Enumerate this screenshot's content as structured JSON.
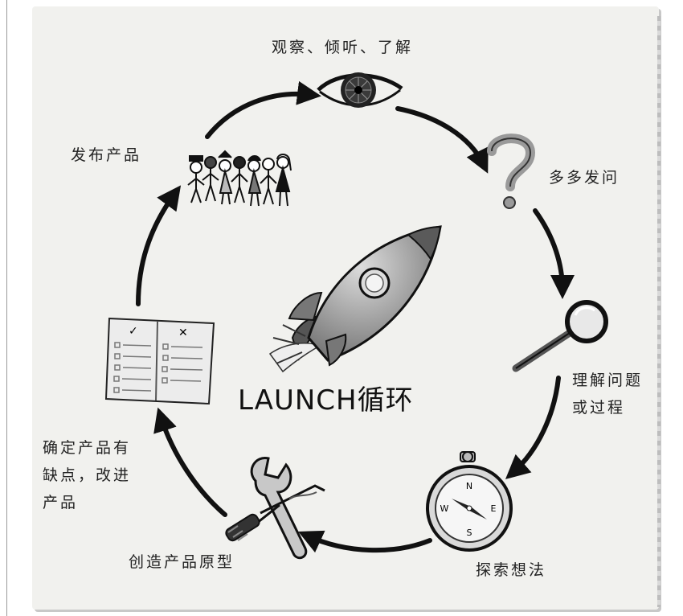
{
  "diagram": {
    "title": "LAUNCH循环",
    "stages": [
      {
        "label": "观察、倾听、了解",
        "icon": "eye-icon"
      },
      {
        "label": "多多发问",
        "icon": "question-mark-icon"
      },
      {
        "label": "理解问题\n或过程",
        "icon": "magnifying-glass-icon"
      },
      {
        "label": "探索想法",
        "icon": "compass-icon"
      },
      {
        "label": "创造产品原型",
        "icon": "wrench-screwdriver-icon"
      },
      {
        "label": "确定产品有\n缺点，改进\n产品",
        "icon": "checklist-icon"
      },
      {
        "label": "发布产品",
        "icon": "people-crowd-icon"
      }
    ],
    "center_icon": "rocket-icon",
    "compass_letters": {
      "n": "N",
      "e": "E",
      "s": "S",
      "w": "W"
    },
    "checklist_marks": {
      "check": "✓",
      "cross": "✕"
    }
  }
}
